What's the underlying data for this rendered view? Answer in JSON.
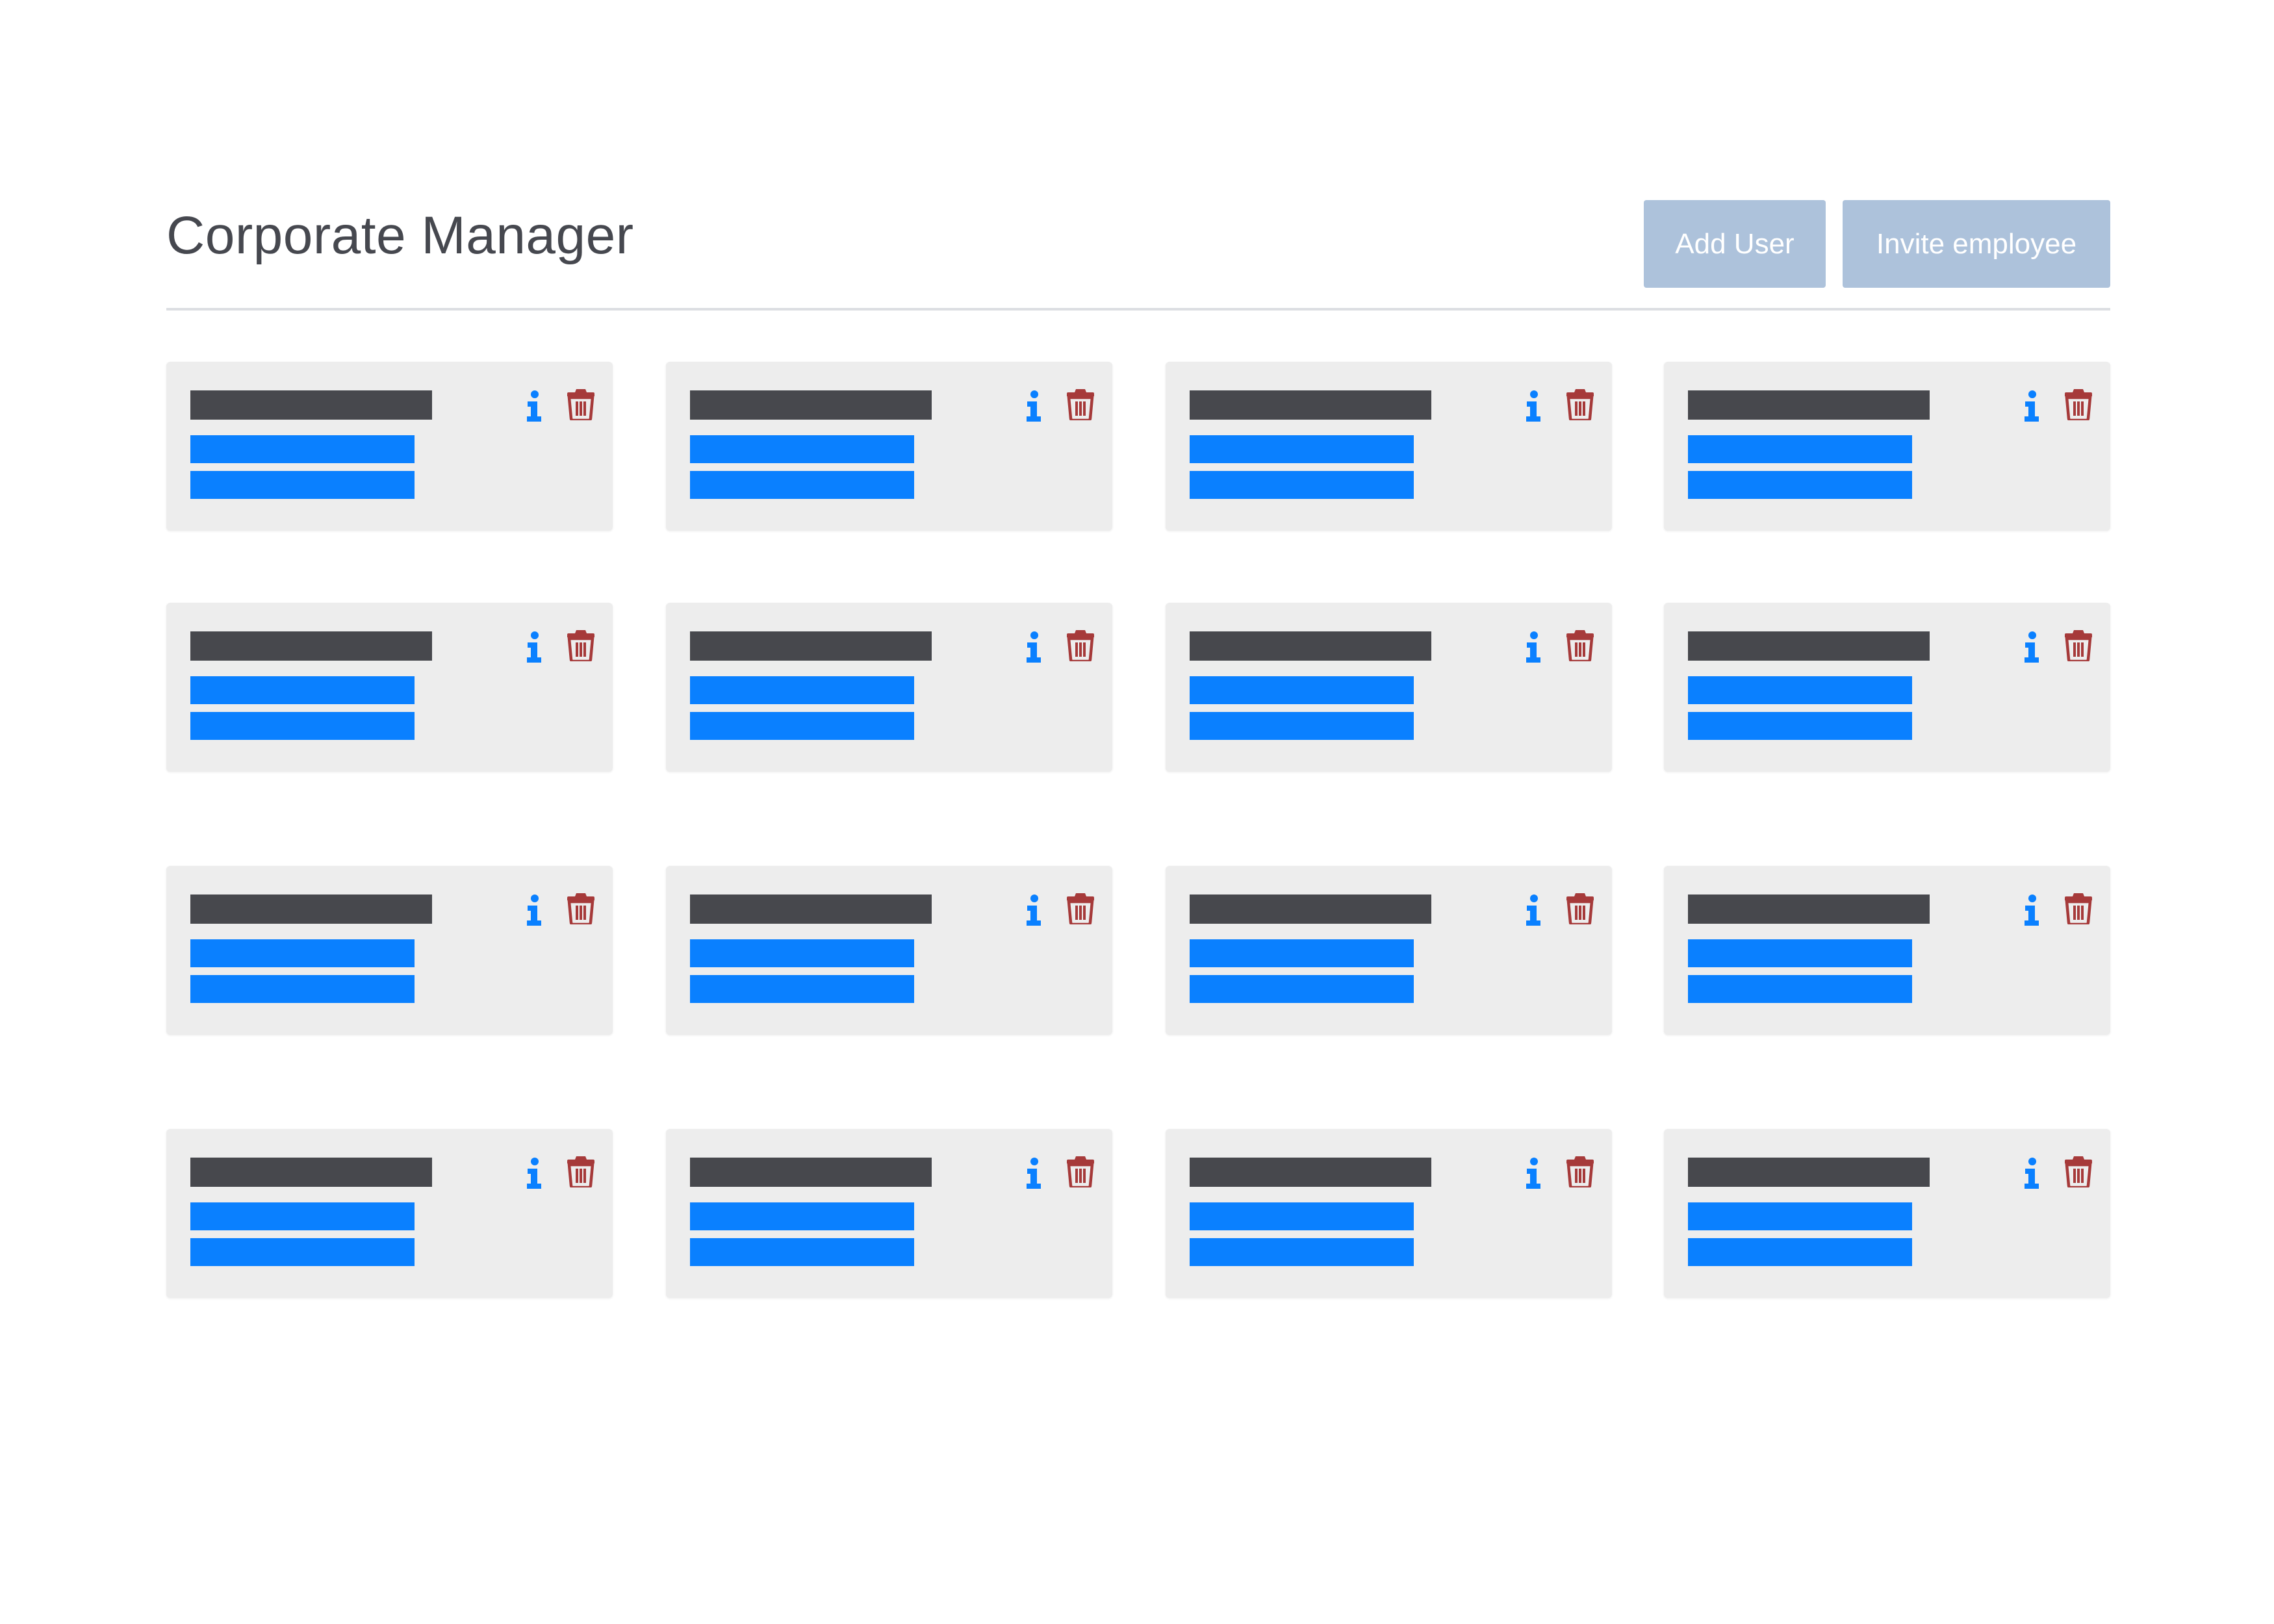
{
  "app": {
    "title": "Corporate Manager"
  },
  "toolbar": {
    "add_user_label": "Add User",
    "invite_employee_label": "Invite employee"
  },
  "colors": {
    "button_bg": "#adc2db",
    "card_bg": "#ededed",
    "placeholder_dark": "#47484d",
    "placeholder_blue": "#0a80ff",
    "info_icon": "#0a80ff",
    "trash_icon": "#a63a3a"
  },
  "cards": {
    "rows": 4,
    "columns": 4,
    "icons": [
      "info-icon",
      "trash-icon"
    ]
  }
}
